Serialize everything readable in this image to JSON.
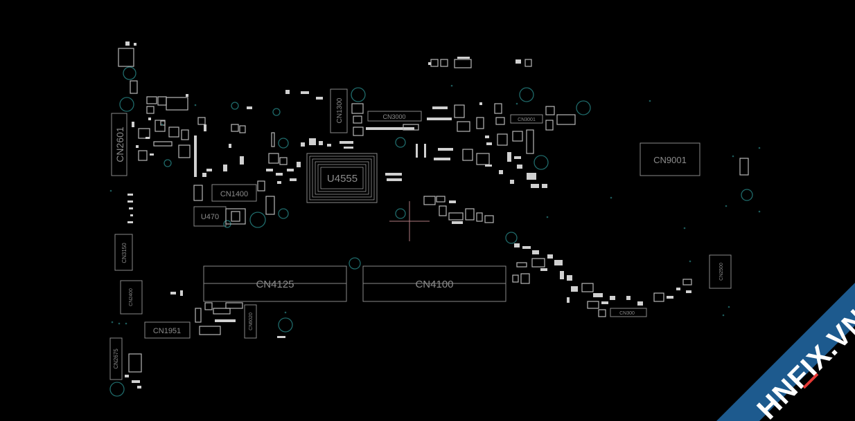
{
  "components": [
    {
      "id": "u4555",
      "label": "U4555"
    },
    {
      "id": "cn9001",
      "label": "CN9001"
    },
    {
      "id": "cn4125",
      "label": "CN4125"
    },
    {
      "id": "cn4100",
      "label": "CN4100"
    },
    {
      "id": "cn1400",
      "label": "CN1400"
    },
    {
      "id": "u470",
      "label": "U470"
    },
    {
      "id": "cn1951",
      "label": "CN1951"
    },
    {
      "id": "cn1300",
      "label": "CN1300"
    },
    {
      "id": "cn3000",
      "label": "CN3000"
    },
    {
      "id": "cn3001",
      "label": "CN3001"
    },
    {
      "id": "cn2601",
      "label": "CN2601"
    },
    {
      "id": "cn3150",
      "label": "CN3150"
    },
    {
      "id": "cn2400",
      "label": "CN2400"
    },
    {
      "id": "cn6020",
      "label": "CN6020"
    },
    {
      "id": "cn2500",
      "label": "CN2500"
    },
    {
      "id": "cn300",
      "label": "CN300"
    },
    {
      "id": "cn2675",
      "label": "CN2675"
    }
  ],
  "watermark": {
    "text_a": "HNF",
    "text_x": "I",
    "text_b": "X.VN",
    "band_color": "#1d5a8e",
    "text_color": "#ffffff",
    "accent_color": "#e53935"
  }
}
